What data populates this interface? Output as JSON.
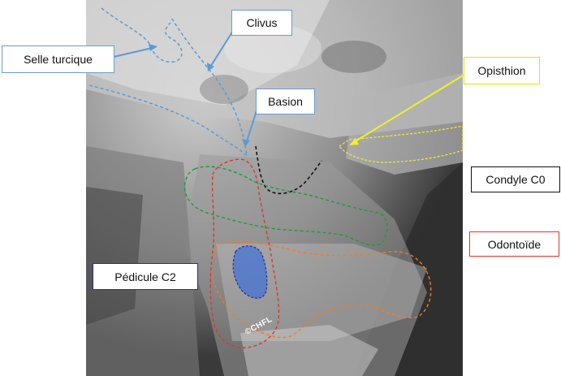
{
  "labels": {
    "clivus": "Clivus",
    "selle_turcique": "Selle turcique",
    "basion": "Basion",
    "opisthion": "Opisthion",
    "condyle_c0": "Condyle C0",
    "odontoide": "Odontoïde",
    "pedicule_c2": "Pédicule C2"
  },
  "watermark": "©CHFL",
  "colors": {
    "blue_outline": "#5b9bd5",
    "green_outline": "#1f9a3c",
    "orange_outline": "#f07c26",
    "red_outline": "#d9362b",
    "yellow_outline": "#f3ef2a",
    "pedicle_fill": "#3f6fd6"
  }
}
